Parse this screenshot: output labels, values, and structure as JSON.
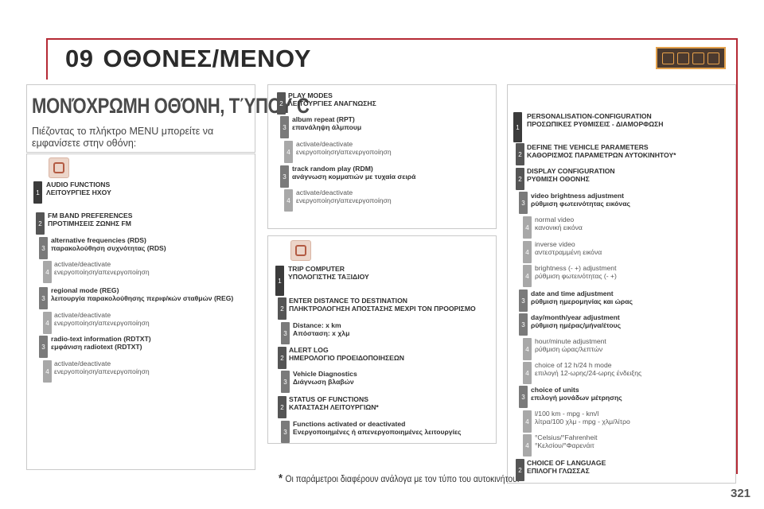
{
  "header": {
    "chapter_number": "09",
    "chapter_title": "ΟΘΟΝΕΣ/ΜΕΝΟΥ",
    "icon_strip": [
      "audio-icon",
      "phone-icon",
      "settings-icon",
      "menu-icon"
    ]
  },
  "left_panel": {
    "title": "ΜΟΝΌΧΡΩΜΗ ΟΘΌΝΗ, ΤΎΠΟΥ C",
    "intro": "Πιέζοντας το πλήκτρο MENU μπορείτε να εμφανίσετε στην οθόνη:"
  },
  "audio_menu": {
    "icon": "audio-menu-icon",
    "entries": [
      {
        "level": "1",
        "lines": [
          "AUDIO FUNCTIONS",
          "ΛΕΙΤΟΥΡΓΙΕΣ ΗΧΟΥ"
        ]
      },
      {
        "level": "2",
        "lines": [
          "FM BAND PREFERENCES",
          "ΠΡΟΤΙΜΗΣΕΙΣ ΖΩΝΗΣ FM"
        ]
      },
      {
        "level": "3",
        "lines": [
          "alternative frequencies (RDS)",
          "παρακολούθηση συχνότητας (RDS)"
        ]
      },
      {
        "level": "4",
        "lines": [
          "activate/deactivate",
          "ενεργοποίηση/απενεργοποίηση"
        ]
      },
      {
        "level": "3",
        "lines": [
          "regional mode (REG)",
          "λειτουργία παρακολούθησης περιφ/κών σταθμών (REG)"
        ]
      },
      {
        "level": "4",
        "lines": [
          "activate/deactivate",
          "ενεργοποίηση/απενεργοποίηση"
        ]
      },
      {
        "level": "3",
        "lines": [
          "radio-text information (RDTXT)",
          "εμφάνιση radiotext (RDTXT)"
        ]
      },
      {
        "level": "4",
        "lines": [
          "activate/deactivate",
          "ενεργοποίηση/απενεργοποίηση"
        ]
      }
    ]
  },
  "play_menu": {
    "entries": [
      {
        "level": "2",
        "lines": [
          "PLAY MODES",
          "ΛΕΙΤΟΥΡΓΙΕΣ ΑΝΑΓΝΩΣΗΣ"
        ]
      },
      {
        "level": "3",
        "lines": [
          "album repeat (RPT)",
          "επανάληψη άλμπουμ"
        ]
      },
      {
        "level": "4",
        "lines": [
          "activate/deactivate",
          "ενεργοποίηση/απενεργοποίηση"
        ]
      },
      {
        "level": "3",
        "lines": [
          "track random play (RDM)",
          "ανάγνωση κομματιών με τυχαία σειρά"
        ]
      },
      {
        "level": "4",
        "lines": [
          "activate/deactivate",
          "ενεργοποίηση/απενεργοποίηση"
        ]
      }
    ]
  },
  "trip_menu": {
    "icon": "trip-computer-icon",
    "entries": [
      {
        "level": "1",
        "lines": [
          "TRIP COMPUTER",
          "ΥΠΟΛΟΓΙΣΤΗΣ ΤΑΞΙΔΙΟΥ"
        ]
      },
      {
        "level": "2",
        "lines": [
          "ENTER DISTANCE TO DESTINATION",
          "ΠΛΗΚΤΡΟΛΟΓΗΣΗ ΑΠΟΣΤΑΣΗΣ ΜΕΧΡΙ ΤΟΝ ΠΡΟΟΡΙΣΜΟ"
        ]
      },
      {
        "level": "3",
        "lines": [
          "Distance: x km",
          "Απόσταση: x χλμ"
        ]
      },
      {
        "level": "2",
        "lines": [
          "ALERT LOG",
          "ΗΜΕΡΟΛΟΓΙΟ ΠΡΟΕΙΔΟΠΟΙΗΣΕΩΝ"
        ]
      },
      {
        "level": "3",
        "lines": [
          "Vehicle Diagnostics",
          "Διάγνωση βλαβών"
        ]
      },
      {
        "level": "2",
        "lines": [
          "STATUS OF FUNCTIONS",
          "ΚΑΤΑΣΤΑΣΗ ΛΕΙΤΟΥΡΓΙΩΝ*"
        ]
      },
      {
        "level": "3",
        "lines": [
          "Functions activated or deactivated",
          "Ενεργοποιημένες ή απενεργοποιημένες λειτουργίες"
        ]
      }
    ]
  },
  "footnote": {
    "star": "*",
    "text": "Οι παράμετροι διαφέρουν ανάλογα με τον τύπο του αυτοκινήτου."
  },
  "personal_menu": {
    "entries": [
      {
        "level": "1",
        "lines": [
          "PERSONALISATION-CONFIGURATION",
          "ΠΡΟΣΩΠΙΚΕΣ ΡΥΘΜΙΣΕΙΣ - ΔΙΑΜΟΡΦΩΣΗ"
        ]
      },
      {
        "level": "2",
        "lines": [
          "DEFINE THE VEHICLE PARAMETERS",
          "ΚΑΘΟΡΙΣΜΟΣ ΠΑΡΑΜΕΤΡΩΝ ΑΥΤΟΚΙΝΗΤΟΥ*"
        ]
      },
      {
        "level": "2",
        "lines": [
          "DISPLAY CONFIGURATION",
          "ΡΥΘΜΙΣΗ ΟΘΟΝΗΣ"
        ]
      },
      {
        "level": "3",
        "lines": [
          "video brightness adjustment",
          "ρύθμιση φωτεινότητας εικόνας"
        ]
      },
      {
        "level": "4",
        "lines": [
          "normal video",
          "κανονική εικόνα"
        ]
      },
      {
        "level": "4",
        "lines": [
          "inverse video",
          "αντεστραμμένη εικόνα"
        ]
      },
      {
        "level": "4",
        "lines": [
          "brightness (- +) adjustment",
          "ρύθμιση φωτεινότητας (- +)"
        ]
      },
      {
        "level": "3",
        "lines": [
          "date and time adjustment",
          "ρύθμιση ημερομηνίας και ώρας"
        ]
      },
      {
        "level": "3",
        "lines": [
          "day/month/year adjustment",
          "ρύθμιση ημέρας/μήνα/έτους"
        ]
      },
      {
        "level": "4",
        "lines": [
          "hour/minute adjustment",
          "ρύθμιση ώρας/λεπτών"
        ]
      },
      {
        "level": "4",
        "lines": [
          "choice of 12 h/24 h mode",
          "επιλογή 12-ωρης/24-ωρης ένδειξης"
        ]
      },
      {
        "level": "3",
        "lines": [
          "choice of units",
          "επιλογή μονάδων μέτρησης"
        ]
      },
      {
        "level": "4",
        "lines": [
          "l/100 km - mpg - km/l",
          "λίτρα/100 χλμ - mpg - χλμ/λίτρο"
        ]
      },
      {
        "level": "4",
        "lines": [
          "°Celsius/°Fahrenheit",
          "°Κελσίου/°Φαρενάιτ"
        ]
      },
      {
        "level": "2",
        "lines": [
          "CHOICE OF LANGUAGE",
          "ΕΠΙΛΟΓΗ ΓΛΩΣΣΑΣ"
        ]
      }
    ]
  },
  "page_number": "321"
}
